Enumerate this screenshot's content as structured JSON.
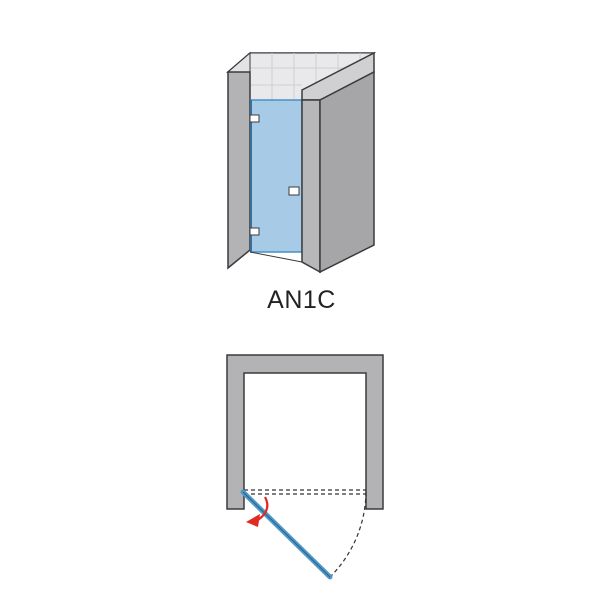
{
  "product": {
    "model_code": "AN1C"
  },
  "colors": {
    "wall_front": "#b3b3b5",
    "wall_top": "#d6d6d8",
    "wall_side": "#9d9da0",
    "tile_wall": "#e8e8ea",
    "tile_lines": "#cfd0d3",
    "outline": "#3b3b3d",
    "glass": "#a7cbe6",
    "glass_edge": "#4a8fc4",
    "glass_plan": "#4f97c9",
    "hardware": "#ffffff",
    "swing_line": "#333333",
    "arrow": "#e02a22"
  },
  "views": {
    "perspective": "3d-enclosure-view",
    "plan": "top-plan-view"
  }
}
